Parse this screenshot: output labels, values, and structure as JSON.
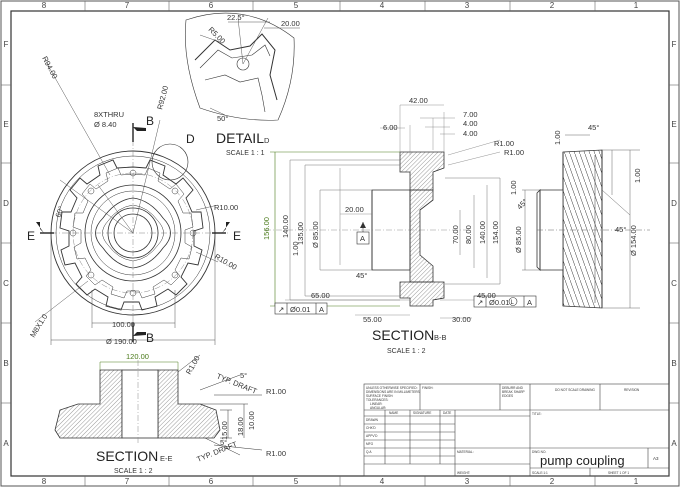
{
  "zones": {
    "columns": [
      "8",
      "7",
      "6",
      "5",
      "4",
      "3",
      "2",
      "1"
    ],
    "rows": [
      "F",
      "E",
      "D",
      "C",
      "B",
      "A"
    ]
  },
  "main_view": {
    "dims": {
      "r_outer": "R94.00",
      "r_bolt": "R92.00",
      "hole": "8XTHRU",
      "hole_dia": "Ø 8.40",
      "r10_a": "R10.00",
      "r10_b": "R10.00",
      "angle_60": "60°",
      "thread": "M8X1.0",
      "d100": "100.00",
      "d190": "Ø 190.00"
    },
    "marks": {
      "b_top": "B",
      "b_bottom": "B",
      "e_left": "E",
      "e_right": "E",
      "d_circle": "D"
    }
  },
  "detail": {
    "title": "DETAIL",
    "letter": "D",
    "scale": "SCALE 1 : 1",
    "dims": {
      "d225": "22.5°",
      "d20": "20.00",
      "r5": "R5.00",
      "a50": "50°"
    }
  },
  "section_bb": {
    "title": "SECTION",
    "letter": "B-B",
    "scale": "SCALE 1 : 2",
    "datum": "A",
    "fcf1": {
      "sym": "↗",
      "tol": "Ø0.01",
      "datum": "A"
    },
    "fcf2": {
      "sym": "↗",
      "tol": "Ø0.01",
      "mod": "L",
      "datum": "A"
    },
    "dims": {
      "d42": "42.00",
      "d7": "7.00",
      "d4a": "4.00",
      "d4b": "4.00",
      "d6": "6.00",
      "r1a": "R1.00",
      "r1b": "R1.00",
      "d20": "20.00",
      "d156": "156.00",
      "d140": "140.00",
      "d135": "135.00",
      "d85": "Ø 85.00",
      "d1": "1.00",
      "d70": "70.00",
      "d80": "80.00",
      "d140b": "140.00",
      "d154": "154.00",
      "a45": "45°",
      "d65": "65.00",
      "d45": "45.00",
      "d55": "55.00",
      "d30": "30.00"
    }
  },
  "side_view": {
    "dims": {
      "a45_top": "45°",
      "d1a": "1.00",
      "d1b": "1.00",
      "d1c": "1.00",
      "a45_mid": "45°",
      "d85": "Ø 85.00",
      "a45_b": "45°",
      "d154": "Ø 154.00"
    }
  },
  "section_ee": {
    "title": "SECTION",
    "letter": "E-E",
    "scale": "SCALE 1 : 2",
    "dims": {
      "d120": "120.00",
      "r1a": "R1.00",
      "typ1": "5°",
      "typ1_label": "TYP. DRAFT",
      "r1b": "R1.00",
      "d10": "10.00",
      "d15": "15.00",
      "d18": "18.00",
      "typ2": "5°",
      "typ2_label": "TYP. DRAFT",
      "r1c": "R1.00"
    }
  },
  "title_block": {
    "notes": [
      "UNLESS OTHERWISE SPECIFIED:",
      "DIMENSIONS ARE IN MILLIMETERS",
      "SURFACE FINISH:",
      "TOLERANCES:",
      "LINEAR:",
      "ANGULAR:"
    ],
    "finish": "FINISH:",
    "deburr": [
      "DEBURR AND",
      "BREAK SHARP",
      "EDGES"
    ],
    "do_not_scale": "DO NOT SCALE DRAWING",
    "revision": "REVISION",
    "headers": [
      "NAME",
      "SIGNATURE",
      "DATE"
    ],
    "rows": [
      "DRAWN",
      "CHK'D",
      "APPV'D",
      "MFG",
      "Q.A"
    ],
    "material": "MATERIAL:",
    "weight": "WEIGHT:",
    "title_label": "TITLE:",
    "dwg_label": "DWG NO.",
    "title": "pump coupling",
    "size": "A3",
    "scale": "SCALE:1:1",
    "sheet": "SHEET 1 OF 1"
  }
}
